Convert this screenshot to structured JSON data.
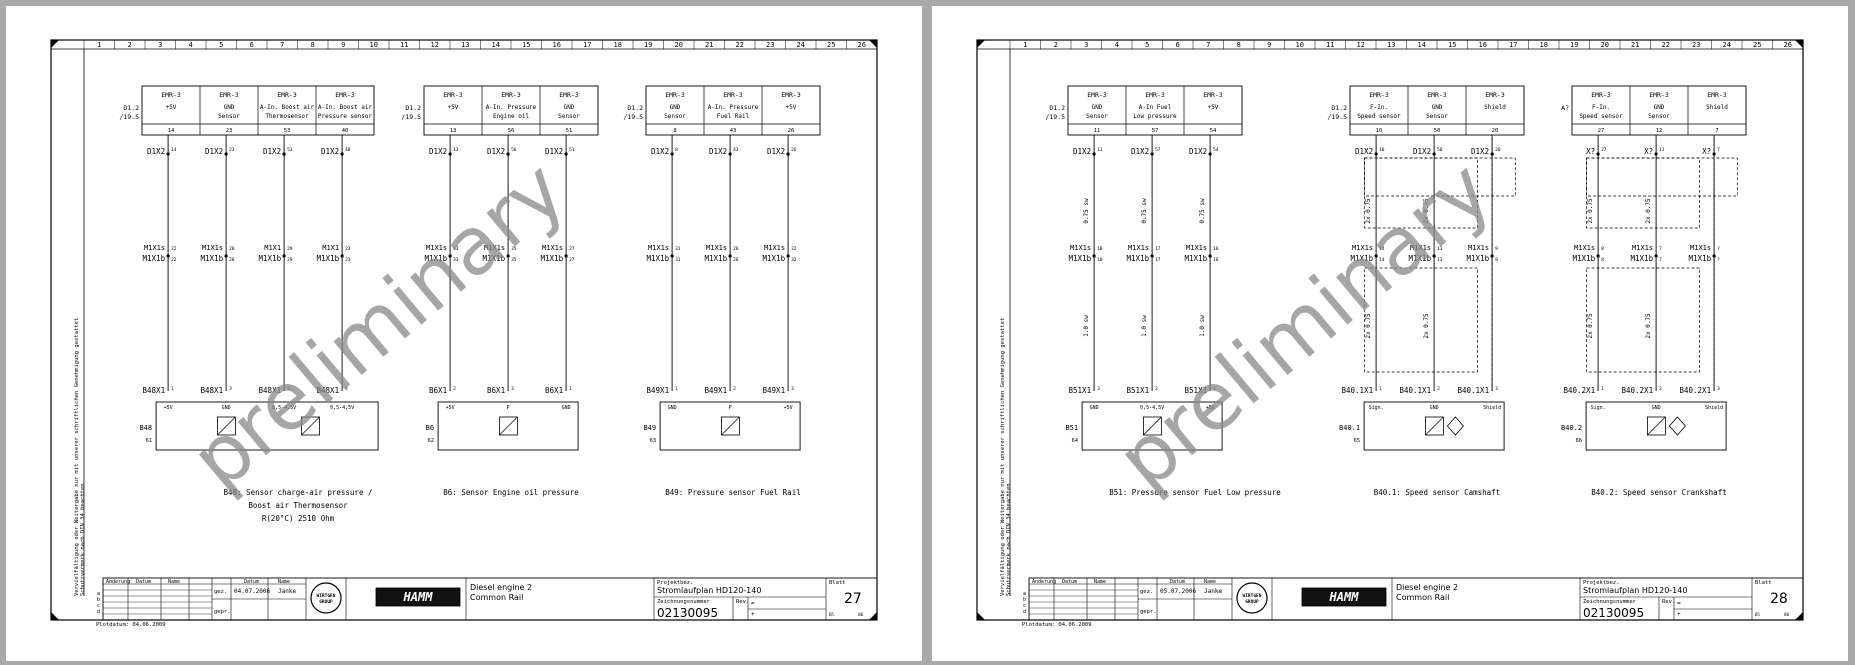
{
  "pages": [
    {
      "id": "left",
      "grid": [
        "1",
        "2",
        "3",
        "4",
        "5",
        "6",
        "7",
        "8",
        "9",
        "10",
        "11",
        "12",
        "13",
        "14",
        "15",
        "16",
        "17",
        "18",
        "19",
        "20",
        "21",
        "22",
        "23",
        "24",
        "25",
        "26"
      ],
      "vertical_note": [
        "Vervielfältigung oder Weitergabe nur mit unserer schriftlichen Genehmigung gestattet",
        "Schutzvermerk nach DIN 34 beachten"
      ],
      "watermark": "preliminary",
      "groups": [
        {
          "ref": [
            "D1.2",
            "/19.5"
          ],
          "boxes": [
            {
              "head": "EMR-3",
              "label": [
                "+5V"
              ],
              "pin": "14",
              "top": "D1X2",
              "top_pin": "14",
              "mid_a": "M1X1s",
              "mid_b": "M1X1b",
              "mid_pin_a": "22",
              "mid_pin_b": "22",
              "bot": "B48X1",
              "bot_pin": "1",
              "sens": "+5V"
            },
            {
              "head": "EMR-3",
              "label": [
                "GND",
                "Sensor"
              ],
              "pin": "23",
              "top": "D1X2",
              "top_pin": "23",
              "mid_a": "M1X1s",
              "mid_b": "M1X1b",
              "mid_pin_a": "28",
              "mid_pin_b": "28",
              "bot": "B48X1",
              "bot_pin": "3",
              "sens": "GND"
            },
            {
              "head": "EMR-3",
              "label": [
                "A-In. Boost air",
                "Thermosensor"
              ],
              "pin": "53",
              "top": "D1X2",
              "top_pin": "53",
              "mid_a": "M1X1",
              "mid_b": "M1X1b",
              "mid_pin_a": "29",
              "mid_pin_b": "29",
              "bot": "B48X1",
              "bot_pin": "2",
              "sens": "0,5-4,5V"
            },
            {
              "head": "EMR-3",
              "label": [
                "A-In. Boost air",
                "Pressure sensor"
              ],
              "pin": "40",
              "top": "D1X2",
              "top_pin": "40",
              "mid_a": "M1X1",
              "mid_b": "M1X1b",
              "mid_pin_a": "23",
              "mid_pin_b": "23",
              "bot": "B48X1",
              "bot_pin": "4",
              "sens": "0,5-4,5V"
            }
          ],
          "device": {
            "name": "B48",
            "num": "61"
          },
          "caption": [
            "B48: Sensor charge-air pressure /",
            "Boost air Thermosensor",
            "R(20°C) 2510 Ohm"
          ]
        },
        {
          "ref": [
            "D1.2",
            "/19.5"
          ],
          "boxes": [
            {
              "head": "EMR-3",
              "label": [
                "+5V"
              ],
              "pin": "13",
              "top": "D1X2",
              "top_pin": "13",
              "mid_a": "M1X1s",
              "mid_b": "M1X1b",
              "mid_pin_a": "33",
              "mid_pin_b": "33",
              "bot": "B6X1",
              "bot_pin": "2",
              "sens": "+5V"
            },
            {
              "head": "EMR-3",
              "label": [
                "A-In. Pressure",
                "Engine oil"
              ],
              "pin": "56",
              "top": "D1X2",
              "top_pin": "56",
              "mid_a": "M1X1s",
              "mid_b": "M1X1b",
              "mid_pin_a": "35",
              "mid_pin_b": "35",
              "bot": "B6X1",
              "bot_pin": "3",
              "sens": "P"
            },
            {
              "head": "EMR-3",
              "label": [
                "GND",
                "Sensor"
              ],
              "pin": "51",
              "top": "D1X2",
              "top_pin": "51",
              "mid_a": "M1X1s",
              "mid_b": "M1X1b",
              "mid_pin_a": "27",
              "mid_pin_b": "27",
              "bot": "B6X1",
              "bot_pin": "1",
              "sens": "GND"
            }
          ],
          "device": {
            "name": "B6",
            "num": "62"
          },
          "caption": [
            "B6: Sensor Engine oil pressure"
          ]
        },
        {
          "ref": [
            "D1.2",
            "/19.5"
          ],
          "boxes": [
            {
              "head": "EMR-3",
              "label": [
                "GND",
                "Sensor"
              ],
              "pin": "8",
              "top": "D1X2",
              "top_pin": "8",
              "mid_a": "M1X1s",
              "mid_b": "M1X1b",
              "mid_pin_a": "31",
              "mid_pin_b": "31",
              "bot": "B49X1",
              "bot_pin": "1",
              "sens": "GND"
            },
            {
              "head": "EMR-3",
              "label": [
                "A-In. Pressure",
                "Fuel Rail"
              ],
              "pin": "43",
              "top": "D1X2",
              "top_pin": "43",
              "mid_a": "M1X1s",
              "mid_b": "M1X1b",
              "mid_pin_a": "26",
              "mid_pin_b": "26",
              "bot": "B49X1",
              "bot_pin": "2",
              "sens": "P"
            },
            {
              "head": "EMR-3",
              "label": [
                "+5V"
              ],
              "pin": "26",
              "top": "D1X2",
              "top_pin": "26",
              "mid_a": "M1X1s",
              "mid_b": "M1X1b",
              "mid_pin_a": "32",
              "mid_pin_b": "32",
              "bot": "B49X1",
              "bot_pin": "3",
              "sens": "+5V"
            }
          ],
          "device": {
            "name": "B49",
            "num": "63"
          },
          "caption": [
            "B49: Pressure sensor Fuel Rail"
          ]
        }
      ],
      "tb": {
        "h_aend": "Änderung",
        "h_datum": "Datum",
        "h_name": "Name",
        "h_datum2": "Datum",
        "h_name2": "Name",
        "rows": [
          "a",
          "b",
          "c",
          "d"
        ],
        "gez": "gez.",
        "gepr": "gepr.",
        "date": "04.07.2006",
        "name": "Janke",
        "logo1": [
          "WIRTGEN",
          "GROUP"
        ],
        "logo2": "HAMM",
        "title1": "Diesel engine 2",
        "title2": "Common Rail",
        "pb_label": "Projektbez.",
        "pb": "Stromlaufplan HD120-140",
        "zn_label": "Zeichnungsnummer",
        "rev": "Rev.",
        "zn": "02130095",
        "blatt": "Blatt",
        "sheet": "27",
        "eq": "=",
        "plus": "+",
        "bl": "Bl",
        "bl_num": "86"
      },
      "plotdate": "Plotdatum: 04.06.2009"
    },
    {
      "id": "right",
      "grid": [
        "1",
        "2",
        "3",
        "4",
        "5",
        "6",
        "7",
        "8",
        "9",
        "10",
        "11",
        "12",
        "13",
        "14",
        "15",
        "16",
        "17",
        "18",
        "19",
        "20",
        "21",
        "22",
        "23",
        "24",
        "25",
        "26"
      ],
      "vertical_note": [
        "Vervielfältigung oder Weitergabe nur mit unserer schriftlichen Genehmigung gestattet",
        "Schutzvermerk nach DIN 34 beachten"
      ],
      "watermark": "preliminary",
      "groups": [
        {
          "ref": [
            "D1.2",
            "/19.5"
          ],
          "boxes": [
            {
              "head": "EMR-3",
              "label": [
                "GND",
                "Sensor"
              ],
              "pin": "11",
              "top": "D1X2",
              "top_pin": "11",
              "mid_a": "M1X1s",
              "mid_b": "M1X1b",
              "mid_pin_a": "10",
              "mid_pin_b": "10",
              "bot": "B51X1",
              "bot_pin": "3",
              "sens": "GND",
              "wire": "0.75 sw",
              "wire2": "1.0 sw"
            },
            {
              "head": "EMR-3",
              "label": [
                "A-In Fuel",
                "Low pressure"
              ],
              "pin": "57",
              "top": "D1X2",
              "top_pin": "57",
              "mid_a": "M1X1s",
              "mid_b": "M1X1b",
              "mid_pin_a": "17",
              "mid_pin_b": "17",
              "bot": "B51X1",
              "bot_pin": "2",
              "sens": "0,5-4,5V",
              "wire": "0.75 sw",
              "wire2": "1.0 sw"
            },
            {
              "head": "EMR-3",
              "label": [
                "+5V"
              ],
              "pin": "54",
              "top": "D1X2",
              "top_pin": "54",
              "mid_a": "M1X1s",
              "mid_b": "M1X1b",
              "mid_pin_a": "16",
              "mid_pin_b": "16",
              "bot": "B51X1",
              "bot_pin": "1",
              "sens": "+5V",
              "wire": "0.75 sw",
              "wire2": "1.0 sw"
            }
          ],
          "device": {
            "name": "B51",
            "num": "64"
          },
          "caption": [
            "B51: Pressure sensor Fuel Low pressure"
          ]
        },
        {
          "ref": [
            "D1.2",
            "/19.5"
          ],
          "boxes": [
            {
              "head": "EMR-3",
              "label": [
                "F-In.",
                "Speed sensor"
              ],
              "pin": "10",
              "top": "D1X2",
              "top_pin": "10",
              "mid_a": "M1X1s",
              "mid_b": "M1X1b",
              "mid_pin_a": "14",
              "mid_pin_b": "14",
              "bot": "B40.1X1",
              "bot_pin": "1",
              "sens": "Sign.",
              "wire": "2x 0.75",
              "wire2": "2x 0.75"
            },
            {
              "head": "EMR-3",
              "label": [
                "GND",
                "Sensor"
              ],
              "pin": "50",
              "top": "D1X2",
              "top_pin": "50",
              "mid_a": "M1X1s",
              "mid_b": "M1X1b",
              "mid_pin_a": "13",
              "mid_pin_b": "13",
              "bot": "B40.1X1",
              "bot_pin": "2",
              "sens": "GND",
              "wire": "2x 0.75",
              "wire2": "2x 0.75"
            },
            {
              "head": "EMR-3",
              "label": [
                "Shield"
              ],
              "pin": "20",
              "top": "D1X2",
              "top_pin": "20",
              "mid_a": "M1X1s",
              "mid_b": "M1X1b",
              "mid_pin_a": "9",
              "mid_pin_b": "9",
              "bot": "B40.1X1",
              "bot_pin": "3",
              "sens": "Shield",
              "wire": "",
              "wire2": ""
            }
          ],
          "device": {
            "name": "B40.1",
            "num": "65"
          },
          "caption": [
            "B40.1: Speed sensor Camshaft"
          ]
        },
        {
          "ref": [
            "A?",
            ""
          ],
          "boxes": [
            {
              "head": "EMR-3",
              "label": [
                "F-In.",
                "Speed sensor"
              ],
              "pin": "27",
              "top": "X?",
              "top_pin": "27",
              "mid_a": "M1X1s",
              "mid_b": "M1X1b",
              "mid_pin_a": "8",
              "mid_pin_b": "8",
              "bot": "B40.2X1",
              "bot_pin": "1",
              "sens": "Sign.",
              "wire": "2x 0.75",
              "wire2": "2x 0.75"
            },
            {
              "head": "EMR-3",
              "label": [
                "GND",
                "Sensor"
              ],
              "pin": "12",
              "top": "X?",
              "top_pin": "12",
              "mid_a": "M1X1s",
              "mid_b": "M1X1b",
              "mid_pin_a": "7",
              "mid_pin_b": "7",
              "bot": "B40.2X1",
              "bot_pin": "2",
              "sens": "GND",
              "wire": "2x 0.75",
              "wire2": "2x 0.75"
            },
            {
              "head": "EMR-3",
              "label": [
                "Shield"
              ],
              "pin": "7",
              "top": "X?",
              "top_pin": "7",
              "mid_a": "M1X1s",
              "mid_b": "M1X1b",
              "mid_pin_a": "?",
              "mid_pin_b": "?",
              "bot": "B40.2X1",
              "bot_pin": "3",
              "sens": "Shield",
              "wire": "",
              "wire2": ""
            }
          ],
          "device": {
            "name": "B40.2",
            "num": "66"
          },
          "caption": [
            "B40.2: Speed sensor Crankshaft"
          ]
        }
      ],
      "tb": {
        "h_aend": "Änderung",
        "h_datum": "Datum",
        "h_name": "Name",
        "h_datum2": "Datum",
        "h_name2": "Name",
        "rows": [
          "a",
          "b",
          "c",
          "d"
        ],
        "gez": "gez.",
        "gepr": "gepr.",
        "date": "05.07.2006",
        "name": "Janke",
        "logo1": [
          "WIRTGEN",
          "GROUP"
        ],
        "logo2": "HAMM",
        "title1": "Diesel engine 2",
        "title2": "Common Rail",
        "pb_label": "Projektbez.",
        "pb": "Stromlaufplan HD120-140",
        "zn_label": "Zeichnungsnummer",
        "rev": "Rev.",
        "zn": "02130095",
        "blatt": "Blatt",
        "sheet": "28",
        "eq": "=",
        "plus": "+",
        "bl": "Bl",
        "bl_num": "86"
      },
      "plotdate": "Plotdatum: 04.06.2009"
    }
  ]
}
